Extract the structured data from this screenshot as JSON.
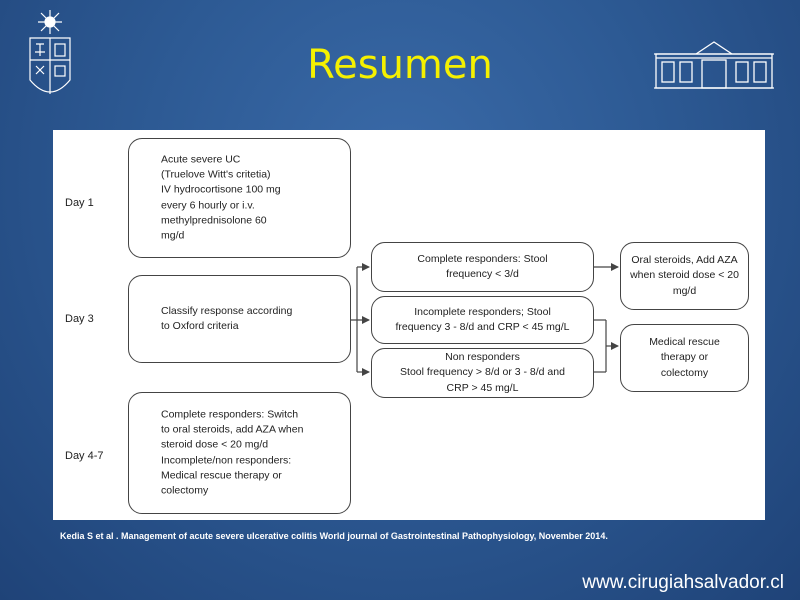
{
  "slide": {
    "title": "Resumen",
    "citation": "Kedia S et al . Management of acute severe ulcerative colitis World journal of Gastrointestinal Pathophysiology, November 2014.",
    "website": "www.cirugiahsalvador.cl"
  },
  "logos": {
    "left": {
      "name": "university-emblem",
      "color": "#ffffff"
    },
    "right": {
      "name": "hospital-building",
      "color": "#ffffff"
    }
  },
  "colors": {
    "title": "#f5f000",
    "background": "#2d5a94"
  },
  "diagram": {
    "days": [
      "Day 1",
      "Day 3",
      "Day 4-7"
    ],
    "boxes": {
      "day1": "Acute severe UC\n(Truelove Witt's critetia)\nIV hydrocortisone 100 mg\nevery 6 hourly or i.v.\nmethylprednisolone 60\nmg/d",
      "day3": "Classify response according\nto Oxford criteria",
      "day47": "Complete responders: Switch\nto oral steroids, add AZA when\nsteroid dose < 20 mg/d\nIncomplete/non responders:\nMedical rescue therapy or\ncolectomy",
      "complete": "Complete responders: Stool\nfrequency < 3/d",
      "incomplete": "Incomplete responders; Stool\nfrequency 3 - 8/d and CRP < 45 mg/L",
      "non": "Non responders\nStool frequency > 8/d or 3 - 8/d and\nCRP > 45 mg/L",
      "oral": "Oral steroids, Add AZA\nwhen steroid dose < 20\nmg/d",
      "rescue": "Medical rescue\ntherapy or\ncolectomy"
    }
  }
}
